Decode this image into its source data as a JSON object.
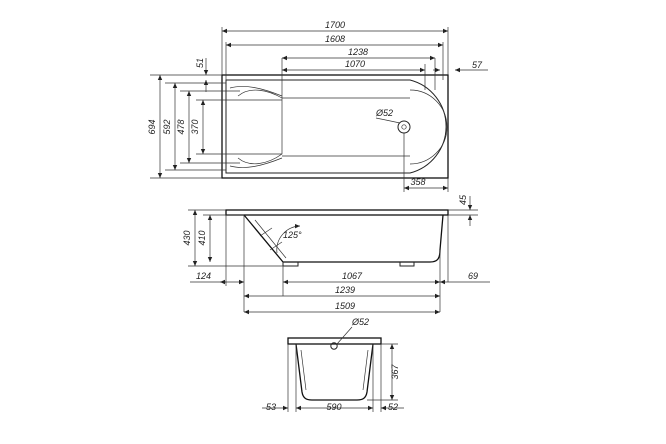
{
  "top_view": {
    "total_length": "1700",
    "length_1608": "1608",
    "length_1238": "1238",
    "length_1070": "1070",
    "right_offset": "57",
    "rim_top": "51",
    "total_width": "694",
    "width_592": "592",
    "width_478": "478",
    "width_370": "370",
    "drain_diameter": "Ø52",
    "drain_offset": "358"
  },
  "side_view": {
    "rim_thickness": "45",
    "total_height": "430",
    "inner_height": "410",
    "backrest_angle": "125°",
    "left_offset": "124",
    "bottom_1067": "1067",
    "right_offset": "69",
    "bottom_1239": "1239",
    "bottom_1509": "1509"
  },
  "end_view": {
    "overflow_diameter": "Ø52",
    "height_367": "367",
    "left_rim": "53",
    "width_590": "590",
    "right_rim": "52"
  }
}
